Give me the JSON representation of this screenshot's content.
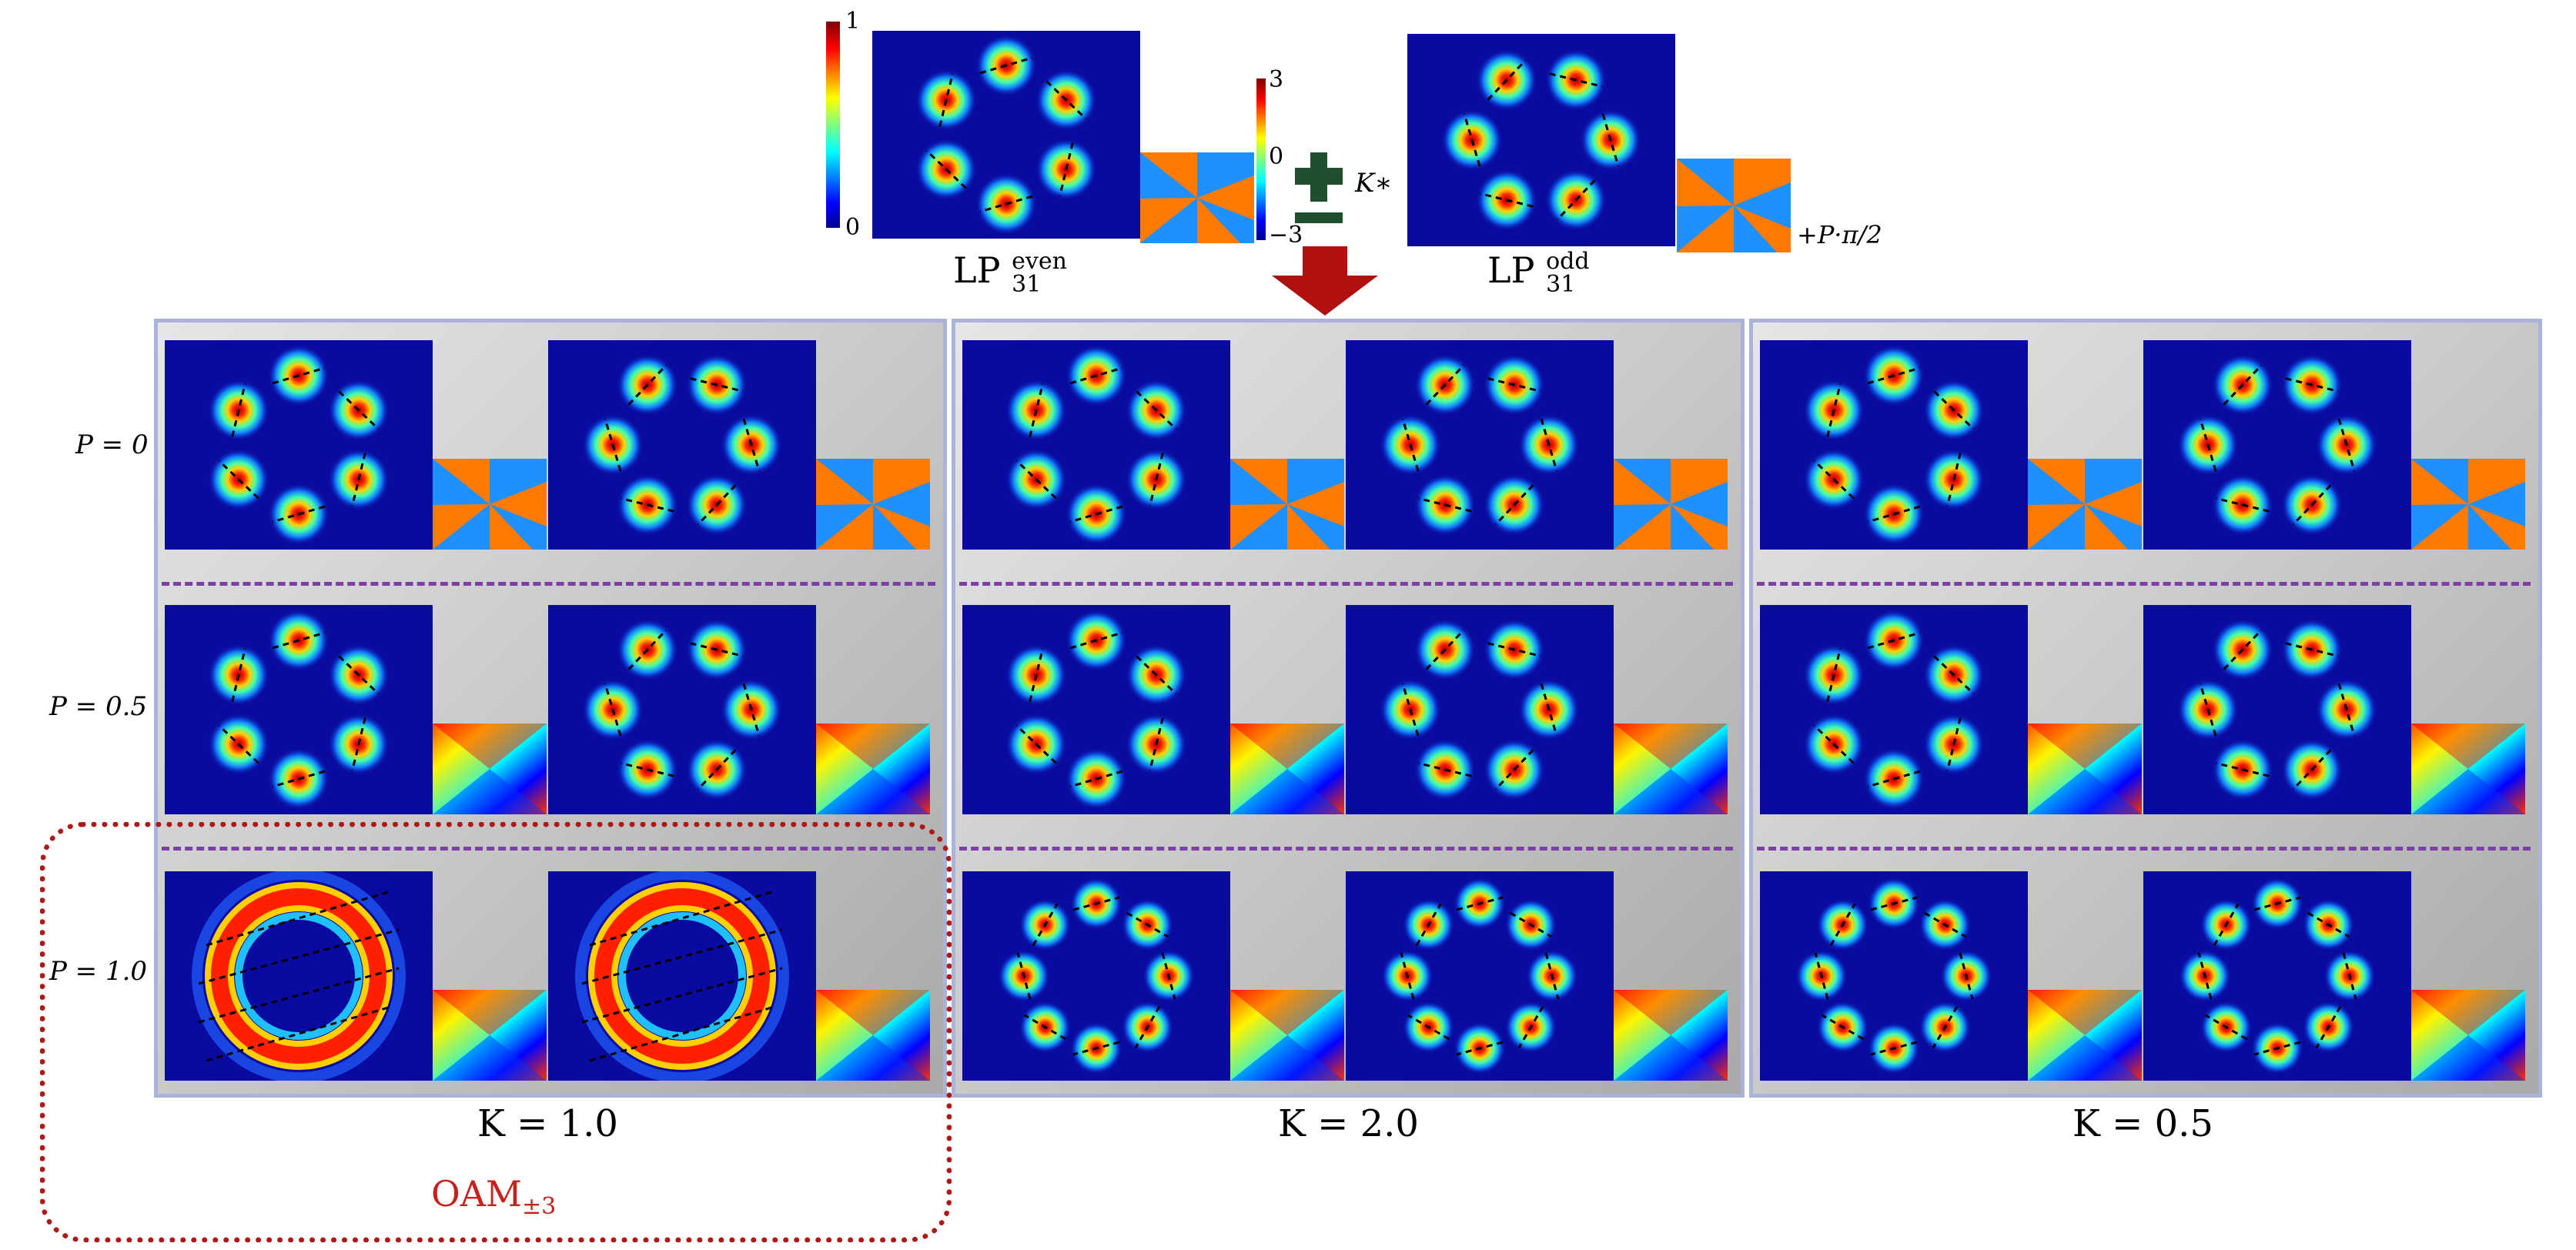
{
  "top": {
    "colorbar_intensity": {
      "max": "1",
      "min": "0"
    },
    "colorbar_phase": {
      "max": "3",
      "mid": "0",
      "min": "−3"
    },
    "lp_even": {
      "base": "LP",
      "sup": "even",
      "sub": "31"
    },
    "lp_odd": {
      "base": "LP",
      "sup": "odd",
      "sub": "31"
    },
    "k_op": "K∗",
    "p_term": "+P·π/2"
  },
  "rows": [
    "P = 0",
    "P = 0.5",
    "P = 1.0"
  ],
  "columns": [
    "K = 1.0",
    "K = 2.0",
    "K = 0.5"
  ],
  "oam_label": {
    "base": "OAM",
    "sub": "±3"
  },
  "colors": {
    "lobe_mode": "#0a0aa0",
    "highlight_box": "#b01818",
    "separator": "#7b3fa6",
    "arrow": "#b01010",
    "plus": "#1f4f2f"
  }
}
